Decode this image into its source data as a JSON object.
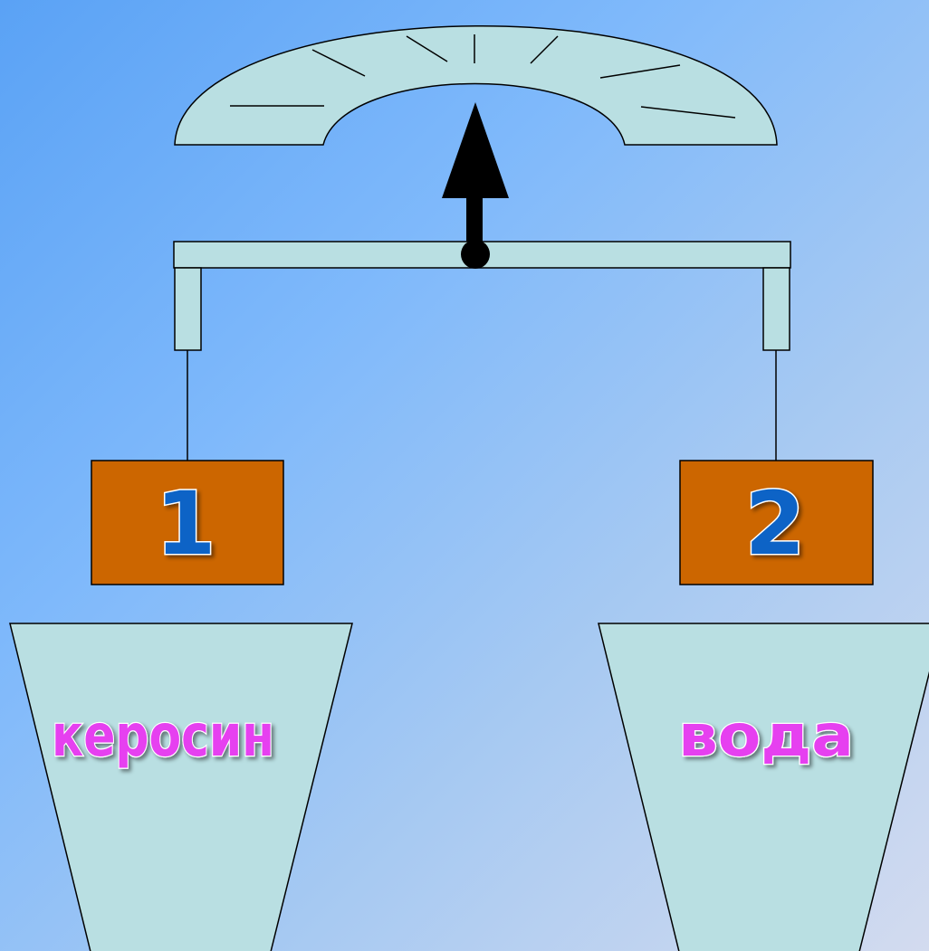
{
  "colors": {
    "part_fill": "#b9dfe2",
    "stroke": "#000000",
    "weight_fill": "#cc6600",
    "number_fill": "#0a63c6",
    "label_fill": "#e640f0"
  },
  "weights": [
    {
      "label": "1"
    },
    {
      "label": "2"
    }
  ],
  "containers": [
    {
      "label": "керосин"
    },
    {
      "label": "вода"
    }
  ]
}
